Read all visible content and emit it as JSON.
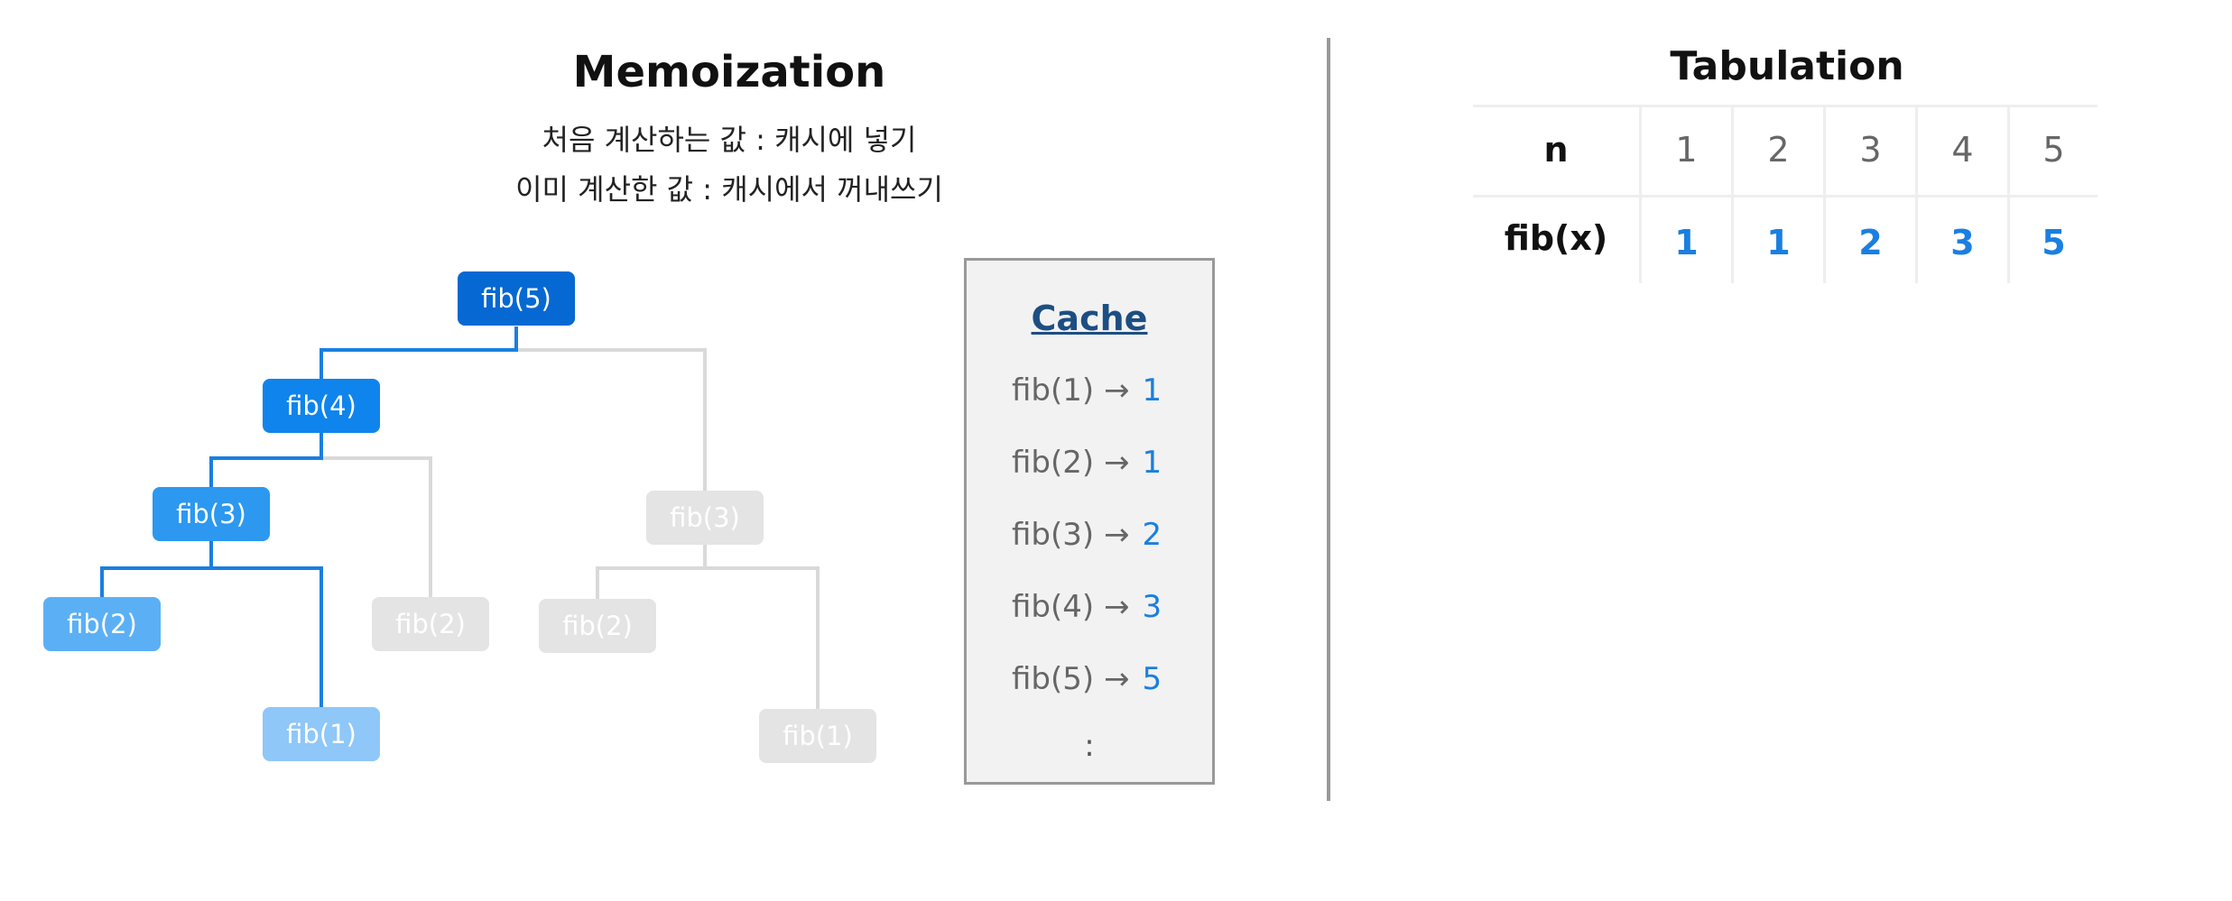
{
  "memoization": {
    "title": "Memoization",
    "subtitle_line1": "처음 계산하는 값 : 캐시에 넣기",
    "subtitle_line2": "이미 계산한 값 : 캐시에서 꺼내쓰기",
    "nodes": {
      "fib5": "fib(5)",
      "fib4": "fib(4)",
      "fib3_active": "fib(3)",
      "fib2_active": "fib(2)",
      "fib1_active": "fib(1)",
      "fib2_gray_a": "fib(2)",
      "fib3_gray": "fib(3)",
      "fib2_gray_b": "fib(2)",
      "fib1_gray": "fib(1)"
    },
    "colors": {
      "active_path": "#1a7fe0",
      "inactive_path": "#d9d9d9",
      "level_colors": [
        "#0668d2",
        "#0f84ec",
        "#2c98f0",
        "#5bb0f5",
        "#8fc7f8"
      ],
      "gray_node": "#e4e4e4"
    }
  },
  "cache": {
    "title": "Cache",
    "rows": [
      {
        "key": "fib(1) →",
        "value": "1"
      },
      {
        "key": "fib(2) →",
        "value": "1"
      },
      {
        "key": "fib(3) →",
        "value": "2"
      },
      {
        "key": "fib(4) →",
        "value": "3"
      },
      {
        "key": "fib(5) →",
        "value": "5"
      }
    ],
    "more": ":"
  },
  "tabulation": {
    "title": "Tabulation",
    "row_headers": [
      "n",
      "fib(x)"
    ],
    "n_values": [
      "1",
      "2",
      "3",
      "4",
      "5"
    ],
    "fib_values": [
      "1",
      "1",
      "2",
      "3",
      "5"
    ]
  }
}
